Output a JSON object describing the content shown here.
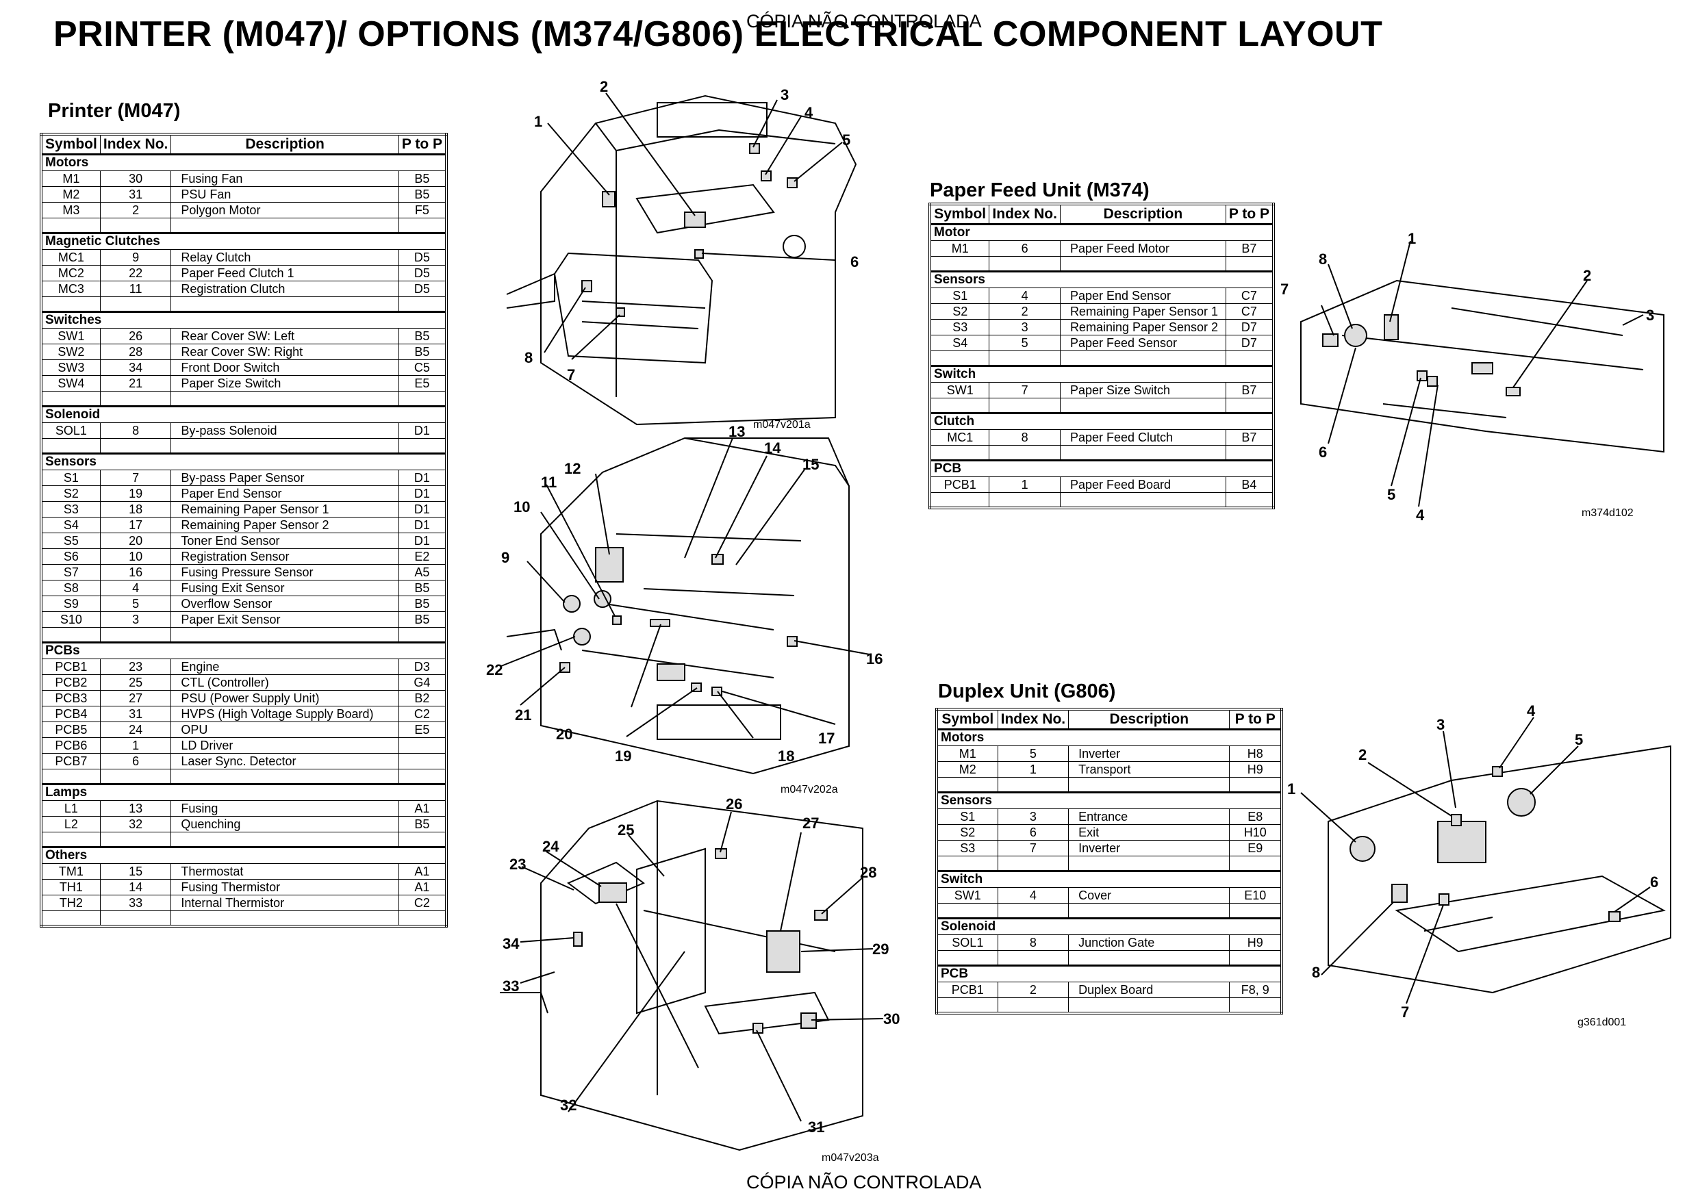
{
  "header": {
    "title": "PRINTER (M047)/ OPTIONS (M374/G806) ELECTRICAL COMPONENT LAYOUT",
    "watermark": "CÓPIA NÃO CONTROLADA"
  },
  "columns": [
    "Symbol",
    "Index No.",
    "Description",
    "P to P"
  ],
  "printer": {
    "title": "Printer (M047)",
    "groups": [
      {
        "name": "Motors",
        "rows": [
          [
            "M1",
            "30",
            "Fusing Fan",
            "B5"
          ],
          [
            "M2",
            "31",
            "PSU Fan",
            "B5"
          ],
          [
            "M3",
            "2",
            "Polygon Motor",
            "F5"
          ]
        ]
      },
      {
        "name": "Magnetic Clutches",
        "rows": [
          [
            "MC1",
            "9",
            "Relay Clutch",
            "D5"
          ],
          [
            "MC2",
            "22",
            "Paper Feed Clutch 1",
            "D5"
          ],
          [
            "MC3",
            "11",
            "Registration Clutch",
            "D5"
          ]
        ]
      },
      {
        "name": "Switches",
        "rows": [
          [
            "SW1",
            "26",
            "Rear Cover SW: Left",
            "B5"
          ],
          [
            "SW2",
            "28",
            "Rear Cover SW: Right",
            "B5"
          ],
          [
            "SW3",
            "34",
            "Front Door Switch",
            "C5"
          ],
          [
            "SW4",
            "21",
            "Paper Size Switch",
            "E5"
          ]
        ]
      },
      {
        "name": "Solenoid",
        "rows": [
          [
            "SOL1",
            "8",
            "By-pass Solenoid",
            "D1"
          ]
        ]
      },
      {
        "name": "Sensors",
        "rows": [
          [
            "S1",
            "7",
            "By-pass Paper Sensor",
            "D1"
          ],
          [
            "S2",
            "19",
            "Paper End Sensor",
            "D1"
          ],
          [
            "S3",
            "18",
            "Remaining Paper Sensor 1",
            "D1"
          ],
          [
            "S4",
            "17",
            "Remaining Paper Sensor 2",
            "D1"
          ],
          [
            "S5",
            "20",
            "Toner End Sensor",
            "D1"
          ],
          [
            "S6",
            "10",
            "Registration Sensor",
            "E2"
          ],
          [
            "S7",
            "16",
            "Fusing Pressure Sensor",
            "A5"
          ],
          [
            "S8",
            "4",
            "Fusing Exit Sensor",
            "B5"
          ],
          [
            "S9",
            "5",
            "Overflow Sensor",
            "B5"
          ],
          [
            "S10",
            "3",
            "Paper Exit Sensor",
            "B5"
          ]
        ]
      },
      {
        "name": "PCBs",
        "rows": [
          [
            "PCB1",
            "23",
            "Engine",
            "D3"
          ],
          [
            "PCB2",
            "25",
            "CTL (Controller)",
            "G4"
          ],
          [
            "PCB3",
            "27",
            "PSU (Power Supply Unit)",
            "B2"
          ],
          [
            "PCB4",
            "31",
            "HVPS (High Voltage Supply Board)",
            "C2"
          ],
          [
            "PCB5",
            "24",
            "OPU",
            "E5"
          ],
          [
            "PCB6",
            "1",
            "LD Driver",
            ""
          ],
          [
            "PCB7",
            "6",
            "Laser Sync. Detector",
            ""
          ]
        ]
      },
      {
        "name": "Lamps",
        "rows": [
          [
            "L1",
            "13",
            "Fusing",
            "A1"
          ],
          [
            "L2",
            "32",
            "Quenching",
            "B5"
          ]
        ]
      },
      {
        "name": "Others",
        "rows": [
          [
            "TM1",
            "15",
            "Thermostat",
            "A1"
          ],
          [
            "TH1",
            "14",
            "Fusing Thermistor",
            "A1"
          ],
          [
            "TH2",
            "33",
            "Internal Thermistor",
            "C2"
          ]
        ]
      }
    ]
  },
  "paper_feed": {
    "title": "Paper Feed Unit (M374)",
    "groups": [
      {
        "name": "Motor",
        "rows": [
          [
            "M1",
            "6",
            "Paper Feed Motor",
            "B7"
          ]
        ]
      },
      {
        "name": "Sensors",
        "rows": [
          [
            "S1",
            "4",
            "Paper End Sensor",
            "C7"
          ],
          [
            "S2",
            "2",
            "Remaining Paper Sensor 1",
            "C7"
          ],
          [
            "S3",
            "3",
            "Remaining Paper Sensor 2",
            "D7"
          ],
          [
            "S4",
            "5",
            "Paper Feed Sensor",
            "D7"
          ]
        ]
      },
      {
        "name": "Switch",
        "rows": [
          [
            "SW1",
            "7",
            "Paper Size Switch",
            "B7"
          ]
        ]
      },
      {
        "name": "Clutch",
        "rows": [
          [
            "MC1",
            "8",
            "Paper Feed Clutch",
            "B7"
          ]
        ]
      },
      {
        "name": "PCB",
        "rows": [
          [
            "PCB1",
            "1",
            "Paper Feed Board",
            "B4"
          ]
        ]
      }
    ]
  },
  "duplex": {
    "title": "Duplex Unit (G806)",
    "groups": [
      {
        "name": "Motors",
        "rows": [
          [
            "M1",
            "5",
            "Inverter",
            "H8"
          ],
          [
            "M2",
            "1",
            "Transport",
            "H9"
          ]
        ]
      },
      {
        "name": "Sensors",
        "rows": [
          [
            "S1",
            "3",
            "Entrance",
            "E8"
          ],
          [
            "S2",
            "6",
            "Exit",
            "H10"
          ],
          [
            "S3",
            "7",
            "Inverter",
            "E9"
          ]
        ]
      },
      {
        "name": "Switch",
        "rows": [
          [
            "SW1",
            "4",
            "Cover",
            "E10"
          ]
        ]
      },
      {
        "name": "Solenoid",
        "rows": [
          [
            "SOL1",
            "8",
            "Junction Gate",
            "H9"
          ]
        ]
      },
      {
        "name": "PCB",
        "rows": [
          [
            "PCB1",
            "2",
            "Duplex Board",
            "F8, 9"
          ]
        ]
      }
    ]
  },
  "figures": {
    "fig1": {
      "code": "m047v201a",
      "callouts": [
        "1",
        "2",
        "3",
        "4",
        "5",
        "6",
        "7",
        "8"
      ]
    },
    "fig2": {
      "code": "m047v202a",
      "callouts": [
        "9",
        "10",
        "11",
        "12",
        "13",
        "14",
        "15",
        "16",
        "17",
        "18",
        "19",
        "20",
        "21",
        "22"
      ]
    },
    "fig3": {
      "code": "m047v203a",
      "callouts": [
        "23",
        "24",
        "25",
        "26",
        "27",
        "28",
        "29",
        "30",
        "31",
        "32",
        "33",
        "34"
      ]
    },
    "fig4": {
      "code": "m374d102",
      "callouts": [
        "1",
        "2",
        "3",
        "4",
        "5",
        "6",
        "7",
        "8"
      ]
    },
    "fig5": {
      "code": "g361d001",
      "callouts": [
        "1",
        "2",
        "3",
        "4",
        "5",
        "6",
        "7",
        "8"
      ]
    }
  }
}
